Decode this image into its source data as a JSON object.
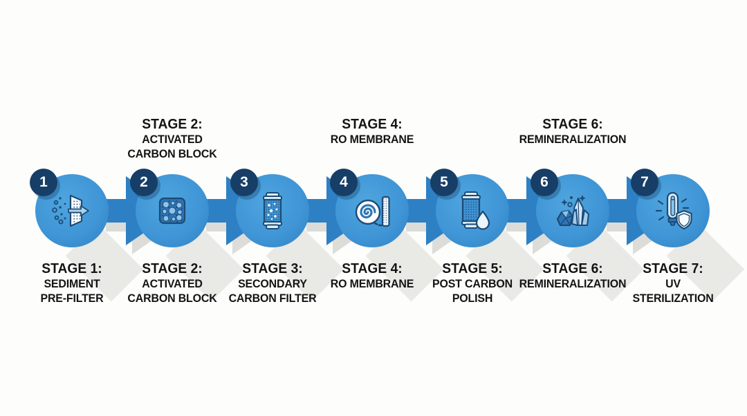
{
  "colors": {
    "background": "#fdfdfb",
    "circle_blue": "#4096d6",
    "arrow_blue": "#2e80c4",
    "badge_navy": "#173e66",
    "icon_outline_navy": "#1d4a75",
    "text_black": "#141414",
    "shadow_gray": "#e7e7e4"
  },
  "stages": [
    {
      "number": "1",
      "icon": "sediment-prefilter-icon",
      "bottom_label": {
        "line1": "STAGE 1:",
        "line2": "SEDIMENT",
        "line3": "PRE-FILTER"
      }
    },
    {
      "number": "2",
      "icon": "activated-carbon-block-icon",
      "top_label": {
        "line1": "STAGE 2:",
        "line2": "ACTIVATED",
        "line3": "CARBON BLOCK"
      },
      "bottom_label": {
        "line1": "STAGE 2:",
        "line2": "ACTIVATED",
        "line3": "CARBON BLOCK"
      }
    },
    {
      "number": "3",
      "icon": "secondary-carbon-filter-icon",
      "bottom_label": {
        "line1": "STAGE 3:",
        "line2": "SECONDARY",
        "line3": "CARBON FILTER"
      }
    },
    {
      "number": "4",
      "icon": "ro-membrane-icon",
      "top_label": {
        "line1": "STAGE 4:",
        "line2": "RO MEMBRANE",
        "line3": ""
      },
      "bottom_label": {
        "line1": "STAGE 4:",
        "line2": "RO MEMBRANE",
        "line3": ""
      }
    },
    {
      "number": "5",
      "icon": "post-carbon-polish-icon",
      "bottom_label": {
        "line1": "STAGE 5:",
        "line2": "POST CARBON",
        "line3": "POLISH"
      }
    },
    {
      "number": "6",
      "icon": "remineralization-icon",
      "top_label": {
        "line1": "STAGE 6:",
        "line2": "REMINERALIZATION",
        "line3": ""
      },
      "bottom_label": {
        "line1": "STAGE 6:",
        "line2": "REMINERALIZATION",
        "line3": ""
      }
    },
    {
      "number": "7",
      "icon": "uv-sterilization-icon",
      "bottom_label": {
        "line1": "STAGE 7:",
        "line2": "UV",
        "line3": "STERILIZATION"
      }
    }
  ]
}
